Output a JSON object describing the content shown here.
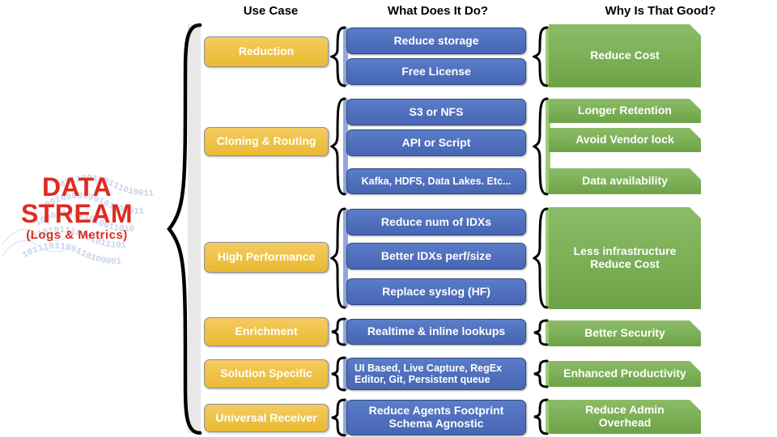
{
  "logo": {
    "line1": "DATA",
    "line2": "STREAM",
    "line3": "(Logs & Metrics)",
    "color": "#e02b20",
    "watermark_icon": "binary-digit-wave"
  },
  "headers": {
    "use_case": "Use Case",
    "what_does_it_do": "What Does It Do?",
    "why_is_that_good": "Why Is That Good?"
  },
  "colors": {
    "use_case_fill": "#eec244",
    "what_fill": "#4f6fbd",
    "why_fill": "#7cb057",
    "band": "#e8e8e8",
    "brace": "#000000"
  },
  "rows": [
    {
      "use_case": "Reduction",
      "what": [
        "Reduce storage",
        "Free License"
      ],
      "why": [
        "Reduce Cost"
      ]
    },
    {
      "use_case": "Cloning & Routing",
      "what": [
        "S3 or NFS",
        "API or Script",
        "Kafka, HDFS, Data Lakes. Etc..."
      ],
      "why": [
        "Longer Retention",
        "Avoid Vendor lock",
        "Data availability"
      ]
    },
    {
      "use_case": "High Performance",
      "what": [
        "Reduce num of IDXs",
        "Better IDXs perf/size",
        "Replace syslog (HF)"
      ],
      "why": [
        "Less infrastructure\nReduce Cost"
      ]
    },
    {
      "use_case": "Enrichment",
      "what": [
        "Realtime & inline lookups"
      ],
      "why": [
        "Better Security"
      ]
    },
    {
      "use_case": "Solution Specific",
      "what": [
        "UI Based, Live Capture, RegEx\nEditor, Git, Persistent queue"
      ],
      "why": [
        "Enhanced Productivity"
      ]
    },
    {
      "use_case": "Universal Receiver",
      "what": [
        "Reduce Agents Footprint\nSchema Agnostic"
      ],
      "why": [
        "Reduce Admin\nOverhead"
      ]
    }
  ]
}
